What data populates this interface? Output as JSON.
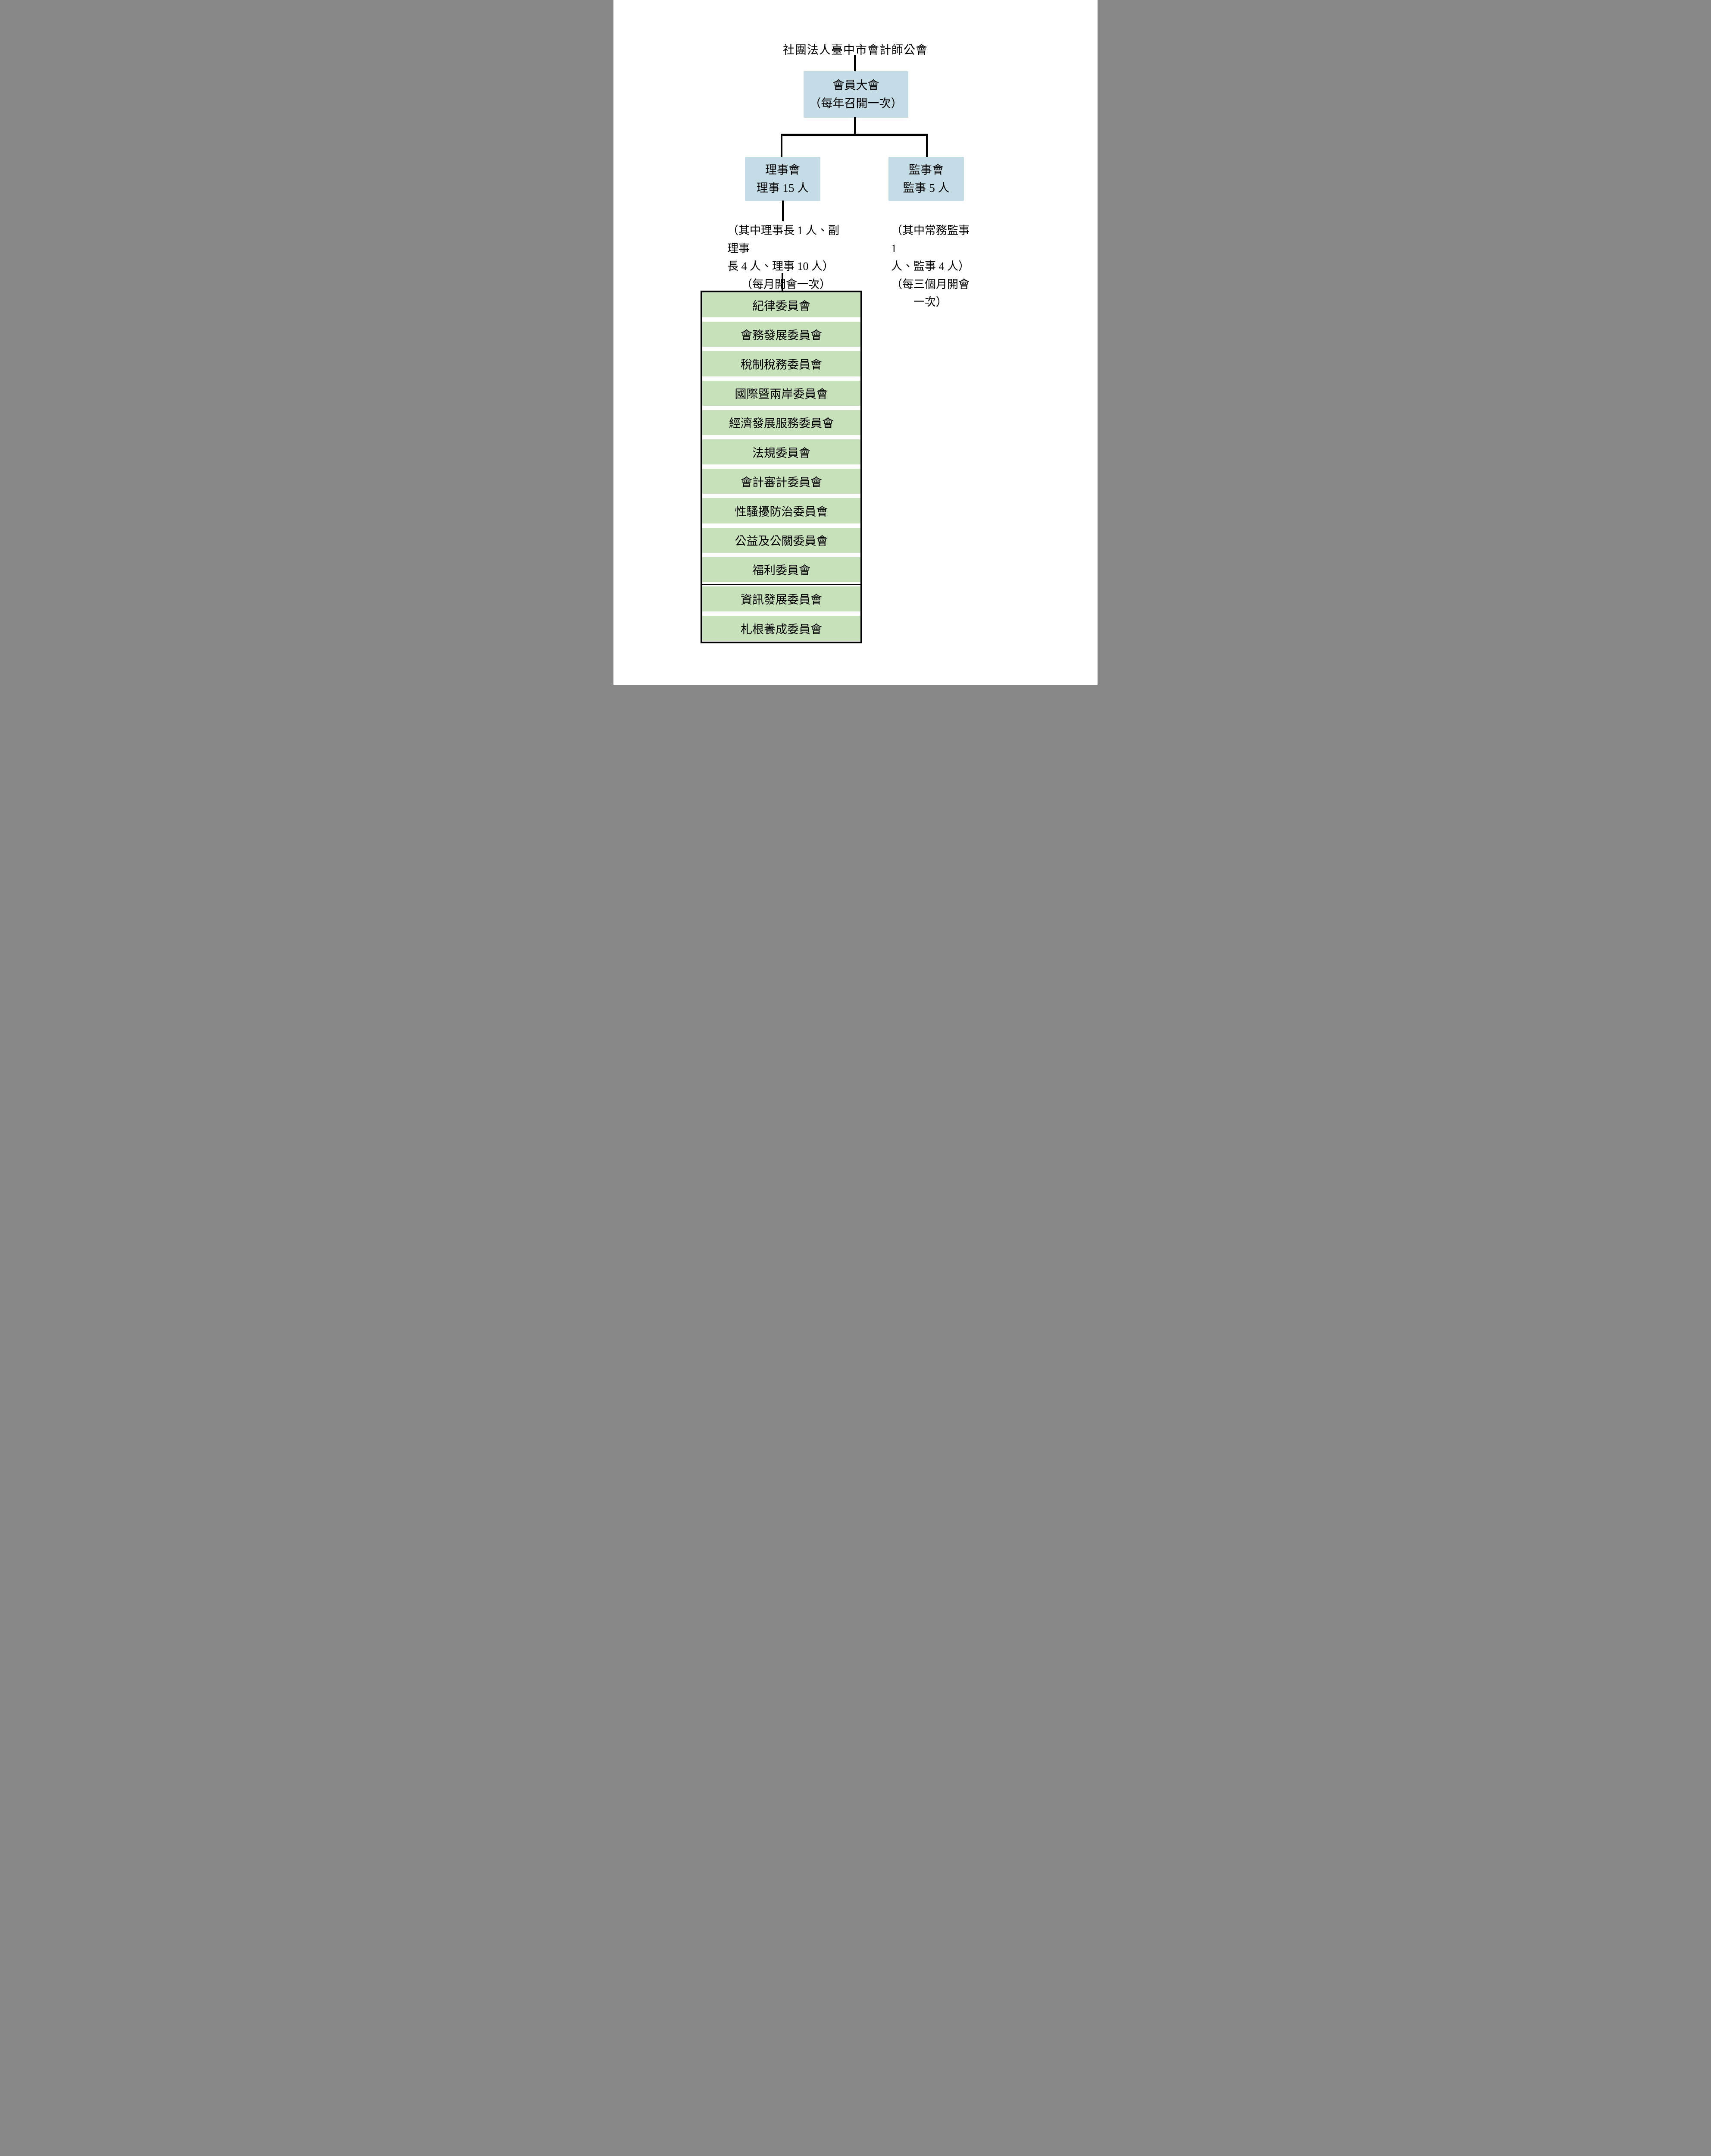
{
  "page_title": "社團法人臺中市會計師公會",
  "org_chart": {
    "root": {
      "name": "會員大會",
      "frequency": "（每年召開一次）"
    },
    "board": {
      "name": "理事會",
      "members": "理事 15 人",
      "note_line1": "（其中理事長 1 人、副理事",
      "note_line2": "長 4 人、理事 10 人）",
      "note_line3": "（每月開會一次）"
    },
    "supervisors": {
      "name": "監事會",
      "members": "監事 5 人",
      "note_line1": "（其中常務監事 1",
      "note_line2": "人、監事 4 人）",
      "note_line3": "（每三個月開會一次）"
    },
    "committees": [
      "紀律委員會",
      "會務發展委員會",
      "稅制稅務委員會",
      "國際暨兩岸委員會",
      "經濟發展服務委員會",
      "法規委員會",
      "會計審計委員會",
      "性騷擾防治委員會",
      "公益及公關委員會",
      "福利委員會",
      "資訊發展委員會",
      "札根養成委員會"
    ],
    "divider_after_committee_index": 9
  },
  "colors": {
    "box_blue": "#C3DCE6",
    "box_green": "#C7E1BA",
    "line_black": "#000000"
  }
}
